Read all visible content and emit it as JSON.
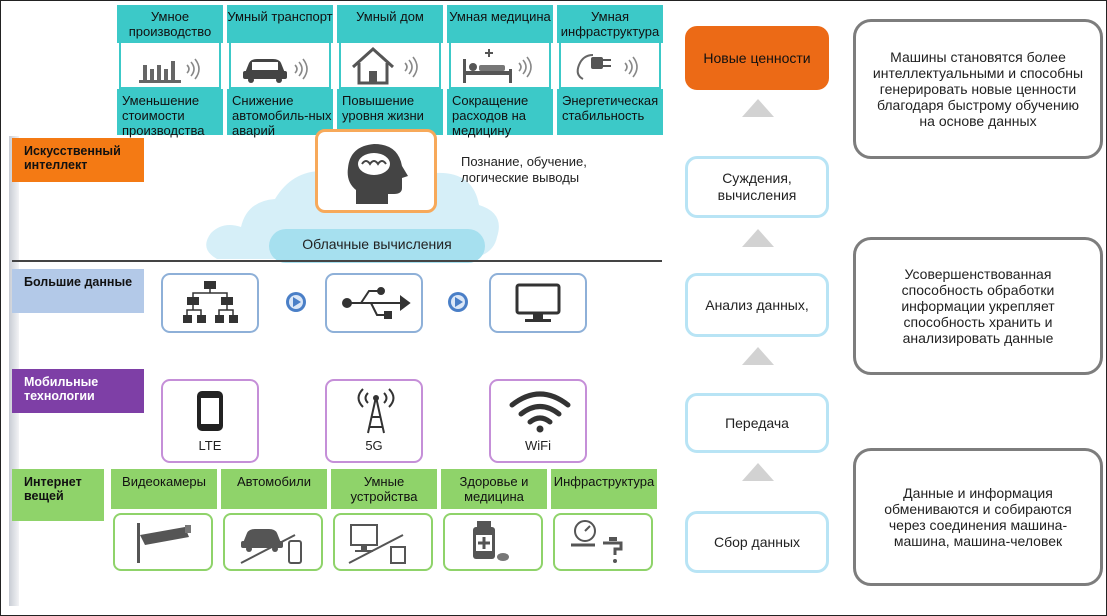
{
  "applications": [
    {
      "title": "Умное производство",
      "benefit": "Уменьшение стоимости производства",
      "icon": "factory-icon"
    },
    {
      "title": "Умный транспорт",
      "benefit": "Снижение автомобиль-ных аварий",
      "icon": "car-icon"
    },
    {
      "title": "Умный дом",
      "benefit": "Повышение уровня жизни",
      "icon": "house-icon"
    },
    {
      "title": "Умная медицина",
      "benefit": "Сокращение расходов на медицину",
      "icon": "hospital-bed-icon"
    },
    {
      "title": "Умная инфраструктура",
      "benefit": "Энергетическая стабильность",
      "icon": "plug-icon"
    }
  ],
  "layers": {
    "ai": "Искусственный интеллект",
    "big_data": "Большие данные",
    "mobile": "Мобильные технологии",
    "iot": "Интернет вещей"
  },
  "ai_caption": "Познание, обучение, логические выводы",
  "cloud_label": "Облачные вычисления",
  "mobile_items": [
    {
      "label": "LTE",
      "icon": "smartphone-icon"
    },
    {
      "label": "5G",
      "icon": "antenna-tower-icon"
    },
    {
      "label": "WiFi",
      "icon": "wifi-icon"
    }
  ],
  "big_data_icons": [
    "hierarchy-icon",
    "usb-icon",
    "monitor-icon"
  ],
  "iot_items": [
    {
      "label": "Видеокамеры",
      "icon": "camera-icon"
    },
    {
      "label": "Автомобили",
      "icon": "car-phone-icon"
    },
    {
      "label": "Умные устройства",
      "icon": "computer-icon"
    },
    {
      "label": "Здоровье и медицина",
      "icon": "medicine-icon"
    },
    {
      "label": "Инфраструктура",
      "icon": "meter-faucet-icon"
    }
  ],
  "flow": [
    "Сбор данных",
    "Передача",
    "Анализ данных,",
    "Суждения, вычисления",
    "Новые ценности"
  ],
  "notes": [
    "Машины становятся более интеллектуальными и способны генерировать новые ценности благодаря быстрому обучению на основе данных",
    "Усовершенствованная способность обработки информации укрепляет способность хранить и анализировать данные",
    "Данные и информация обмениваются и собираются через соединения машина-машина, машина-человек"
  ],
  "colors": {
    "ai": "#f47a14",
    "big_data": "#b3c9e8",
    "mobile": "#7e3fa6",
    "iot": "#8fd36a",
    "apps": "#3cc9c8",
    "cloud": "#d6eff8",
    "flow_border": "#b8e4f5",
    "new_value": "#ec6a16"
  }
}
